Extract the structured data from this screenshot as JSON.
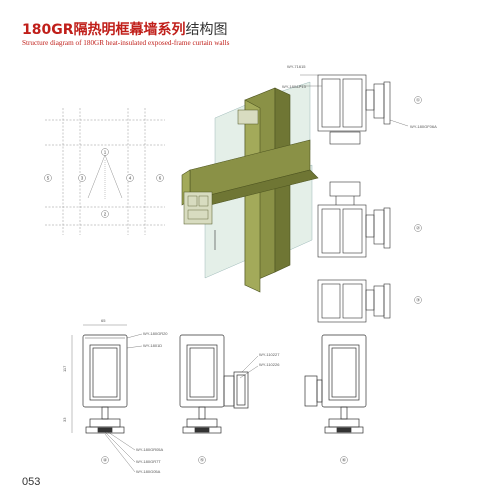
{
  "title": {
    "code": "180GR",
    "cn_main": "隔热明框幕墙系列",
    "cn_rest": "结构图"
  },
  "subtitle": "Structure diagram of 180GR heat-insulated exposed-frame curtain walls",
  "page_number": "053",
  "elevation": {
    "marks": [
      "1",
      "2",
      "3",
      "4",
      "5",
      "6"
    ]
  },
  "sections_right": {
    "top_labels": [
      "WY-71615",
      "WY-180&P13",
      "WY-180GF06A"
    ],
    "marks": [
      "①",
      "②",
      "③"
    ]
  },
  "sections_bottom": {
    "dims": [
      "65",
      "117",
      "33"
    ],
    "left_labels": [
      "WY-180GR20",
      "WY-1801D"
    ],
    "mid_labels": [
      "WY-110227",
      "WY-110226"
    ],
    "bottom_labels": [
      "WY-180GR05A",
      "WY-180GR7T",
      "WY-180G05A"
    ],
    "marks": [
      "④",
      "⑤",
      "⑥"
    ]
  },
  "colors": {
    "accent": "#c01f1a",
    "profile": "#8a9146",
    "line": "#333333"
  }
}
